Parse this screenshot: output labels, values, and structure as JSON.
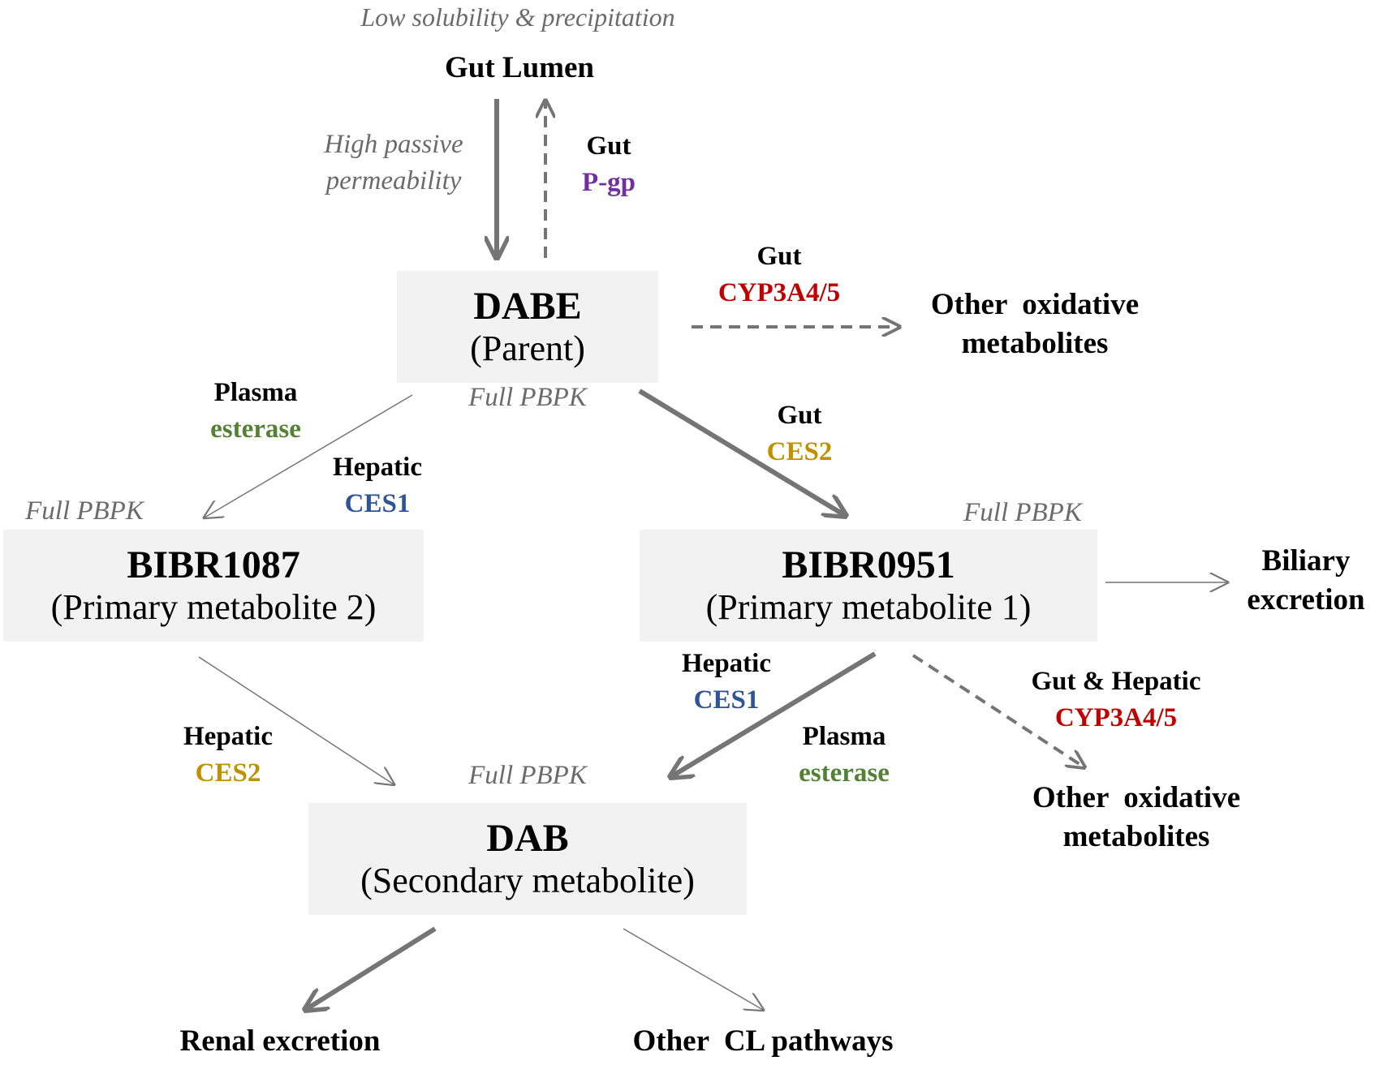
{
  "colors": {
    "arrow": "#757575",
    "box_fill": "#f2f2f2",
    "pgp": "#7030a0",
    "cyp": "#c00000",
    "esterase": "#548235",
    "ces1": "#2f5597",
    "ces2": "#bf9000",
    "italic_gray": "#6b6b6b"
  },
  "top": {
    "caption": "Low solubility & precipitation",
    "gut_lumen": "Gut Lumen",
    "permeability_line1": "High passive",
    "permeability_line2": "permeability",
    "efflux_site": "Gut",
    "efflux_enzyme": "P-gp"
  },
  "nodes": {
    "dabe": {
      "name": "DABE",
      "role": "(Parent)",
      "tag": "Full PBPK"
    },
    "bibr1087": {
      "name": "BIBR1087",
      "role": "(Primary metabolite 2)",
      "tag": "Full PBPK"
    },
    "bibr0951": {
      "name": "BIBR0951",
      "role": "(Primary metabolite 1)",
      "tag": "Full PBPK"
    },
    "dab": {
      "name": "DAB",
      "role": "(Secondary metabolite)",
      "tag": "Full PBPK"
    }
  },
  "edges": {
    "dabe_oxid": {
      "site": "Gut",
      "enzyme": "CYP3A4/5"
    },
    "dabe_to_1087_plasma": {
      "site": "Plasma",
      "enzyme": "esterase"
    },
    "dabe_to_1087_hepatic": {
      "site": "Hepatic",
      "enzyme": "CES1"
    },
    "dabe_to_0951": {
      "site": "Gut",
      "enzyme": "CES2"
    },
    "b1087_to_dab": {
      "site": "Hepatic",
      "enzyme": "CES2"
    },
    "b0951_to_dab_hepatic": {
      "site": "Hepatic",
      "enzyme": "CES1"
    },
    "b0951_to_dab_plasma": {
      "site": "Plasma",
      "enzyme": "esterase"
    },
    "b0951_oxid": {
      "site": "Gut & Hepatic",
      "enzyme": "CYP3A4/5"
    }
  },
  "outputs": {
    "oxidative_top_line1": "Other  oxidative",
    "oxidative_top_line2": "metabolites",
    "biliary_line1": "Biliary",
    "biliary_line2": "excretion",
    "oxidative_bottom_line1": "Other  oxidative",
    "oxidative_bottom_line2": "metabolites",
    "renal": "Renal excretion",
    "other_cl": "Other  CL pathways"
  }
}
